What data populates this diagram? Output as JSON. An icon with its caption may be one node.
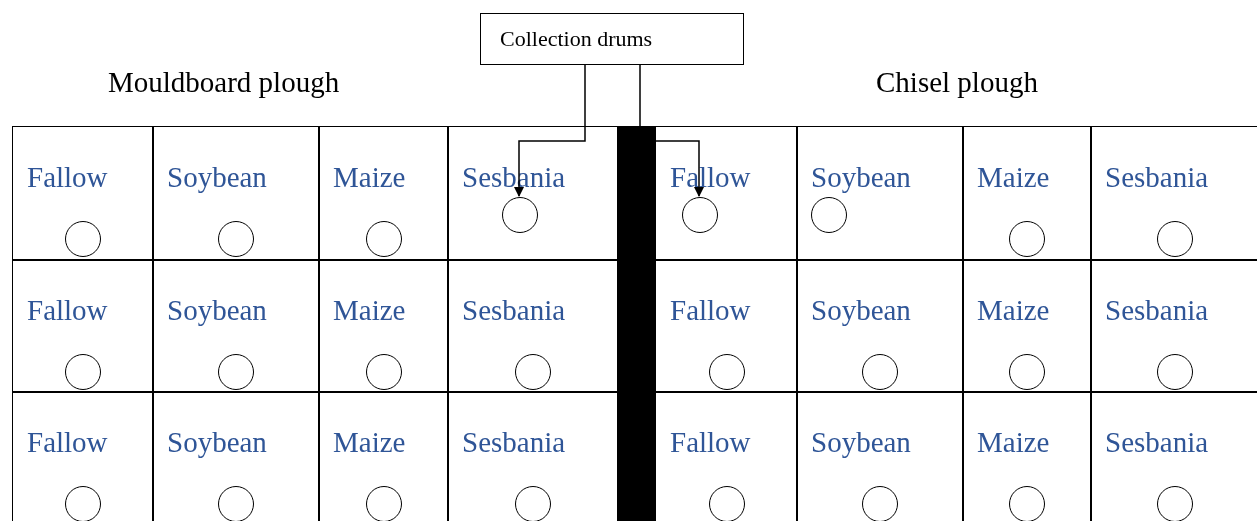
{
  "diagram": {
    "nodes": [
      {
        "text": [
          "Collection drums"
        ]
      },
      {
        "text": [
          "Fallow"
        ]
      },
      {
        "text": [],
        "shape": "circle",
        "in": 1
      },
      {
        "text": [
          "Soybean"
        ]
      },
      {
        "text": [],
        "shape": "circle",
        "in": 3
      },
      {
        "text": [
          "Maize"
        ]
      },
      {
        "text": [],
        "shape": "circle",
        "in": 5
      },
      {
        "text": [
          "Sesbania"
        ]
      },
      {
        "text": [],
        "shape": "circle",
        "in": 7
      },
      {
        "text": [
          "Fallow"
        ]
      },
      {
        "text": [],
        "shape": "circle",
        "in": 9
      },
      {
        "text": [
          "Soybean"
        ]
      },
      {
        "text": [],
        "shape": "circle",
        "in": 11
      },
      {
        "text": [
          "Maize"
        ]
      },
      {
        "text": [],
        "shape": "circle",
        "in": 13
      },
      {
        "text": [
          "Sesbania"
        ]
      },
      {
        "text": [],
        "shape": "circle",
        "in": 15
      },
      {
        "text": [
          "Fallow"
        ]
      },
      {
        "text": [],
        "shape": "circle",
        "in": 17
      },
      {
        "text": [
          "Soybean"
        ]
      },
      {
        "text": [],
        "shape": "circle",
        "in": 19
      },
      {
        "text": [
          "Maize"
        ]
      },
      {
        "text": [],
        "shape": "circle",
        "in": 21
      },
      {
        "text": [
          "Sesbania"
        ]
      },
      {
        "text": [],
        "shape": "circle",
        "in": 23
      },
      {
        "text": [
          "Fallow"
        ]
      },
      {
        "text": [],
        "shape": "circle",
        "in": 25
      },
      {
        "text": [
          "Soybean"
        ]
      },
      {
        "text": [],
        "shape": "circle",
        "in": 27
      },
      {
        "text": [
          "Maize"
        ]
      },
      {
        "text": [],
        "shape": "circle",
        "in": 29
      },
      {
        "text": [
          "Sesbania"
        ]
      },
      {
        "text": [],
        "shape": "circle",
        "in": 31
      },
      {
        "text": [
          "Fallow"
        ]
      },
      {
        "text": [],
        "shape": "circle",
        "in": 33
      },
      {
        "text": [
          "Soybean"
        ]
      },
      {
        "text": [],
        "shape": "circle",
        "in": 35
      },
      {
        "text": [
          "Maize"
        ]
      },
      {
        "text": [],
        "shape": "circle",
        "in": 37
      },
      {
        "text": [
          "Sesbania"
        ]
      },
      {
        "text": [],
        "shape": "circle",
        "in": 39
      },
      {
        "text": [
          "Fallow"
        ]
      },
      {
        "text": [],
        "shape": "circle",
        "in": 41
      },
      {
        "text": [
          "Soybean"
        ]
      },
      {
        "text": [],
        "shape": "circle",
        "in": 43
      },
      {
        "text": [
          "Maize"
        ]
      },
      {
        "text": [],
        "shape": "circle",
        "in": 45
      },
      {
        "text": [
          "Sesbania"
        ]
      },
      {
        "text": [],
        "shape": "circle",
        "in": 47
      }
    ],
    "edges": [
      {
        "from": 0,
        "to": 8,
        "arrow": "to"
      },
      {
        "from": 0,
        "to": 10,
        "arrow": "to"
      }
    ],
    "labels": [
      "Mouldboard plough",
      "Chisel plough"
    ]
  }
}
